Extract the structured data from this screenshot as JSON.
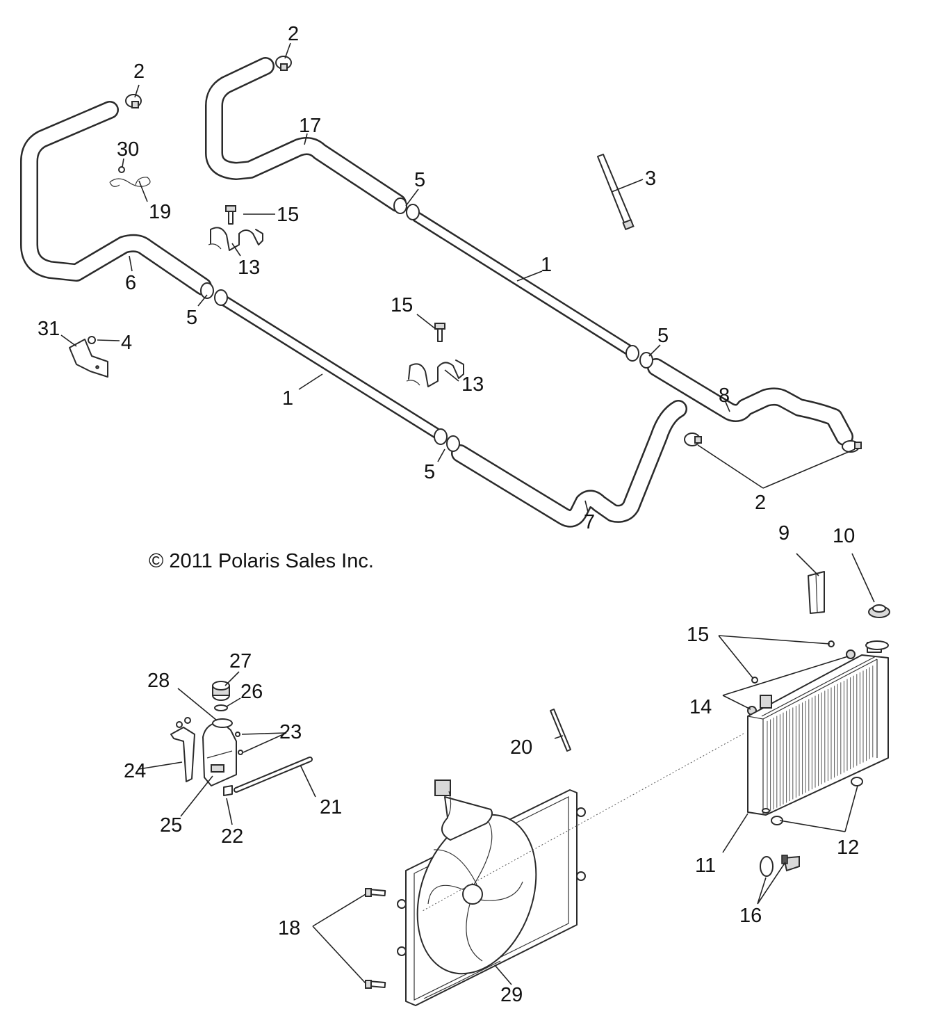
{
  "copyright": "© 2011 Polaris Sales Inc.",
  "callouts": {
    "c1a": "1",
    "c1b": "1",
    "c2a": "2",
    "c2b": "2",
    "c2c": "2",
    "c3": "3",
    "c4": "4",
    "c5a": "5",
    "c5b": "5",
    "c5c": "5",
    "c5d": "5",
    "c6": "6",
    "c7": "7",
    "c8": "8",
    "c9": "9",
    "c10": "10",
    "c11": "11",
    "c12": "12",
    "c13a": "13",
    "c13b": "13",
    "c14": "14",
    "c15a": "15",
    "c15b": "15",
    "c15c": "15",
    "c16": "16",
    "c17": "17",
    "c18": "18",
    "c19": "19",
    "c20": "20",
    "c21": "21",
    "c22": "22",
    "c23": "23",
    "c24": "24",
    "c25": "25",
    "c26": "26",
    "c27": "27",
    "c28": "28",
    "c29": "29",
    "c30": "30",
    "c31": "31"
  }
}
